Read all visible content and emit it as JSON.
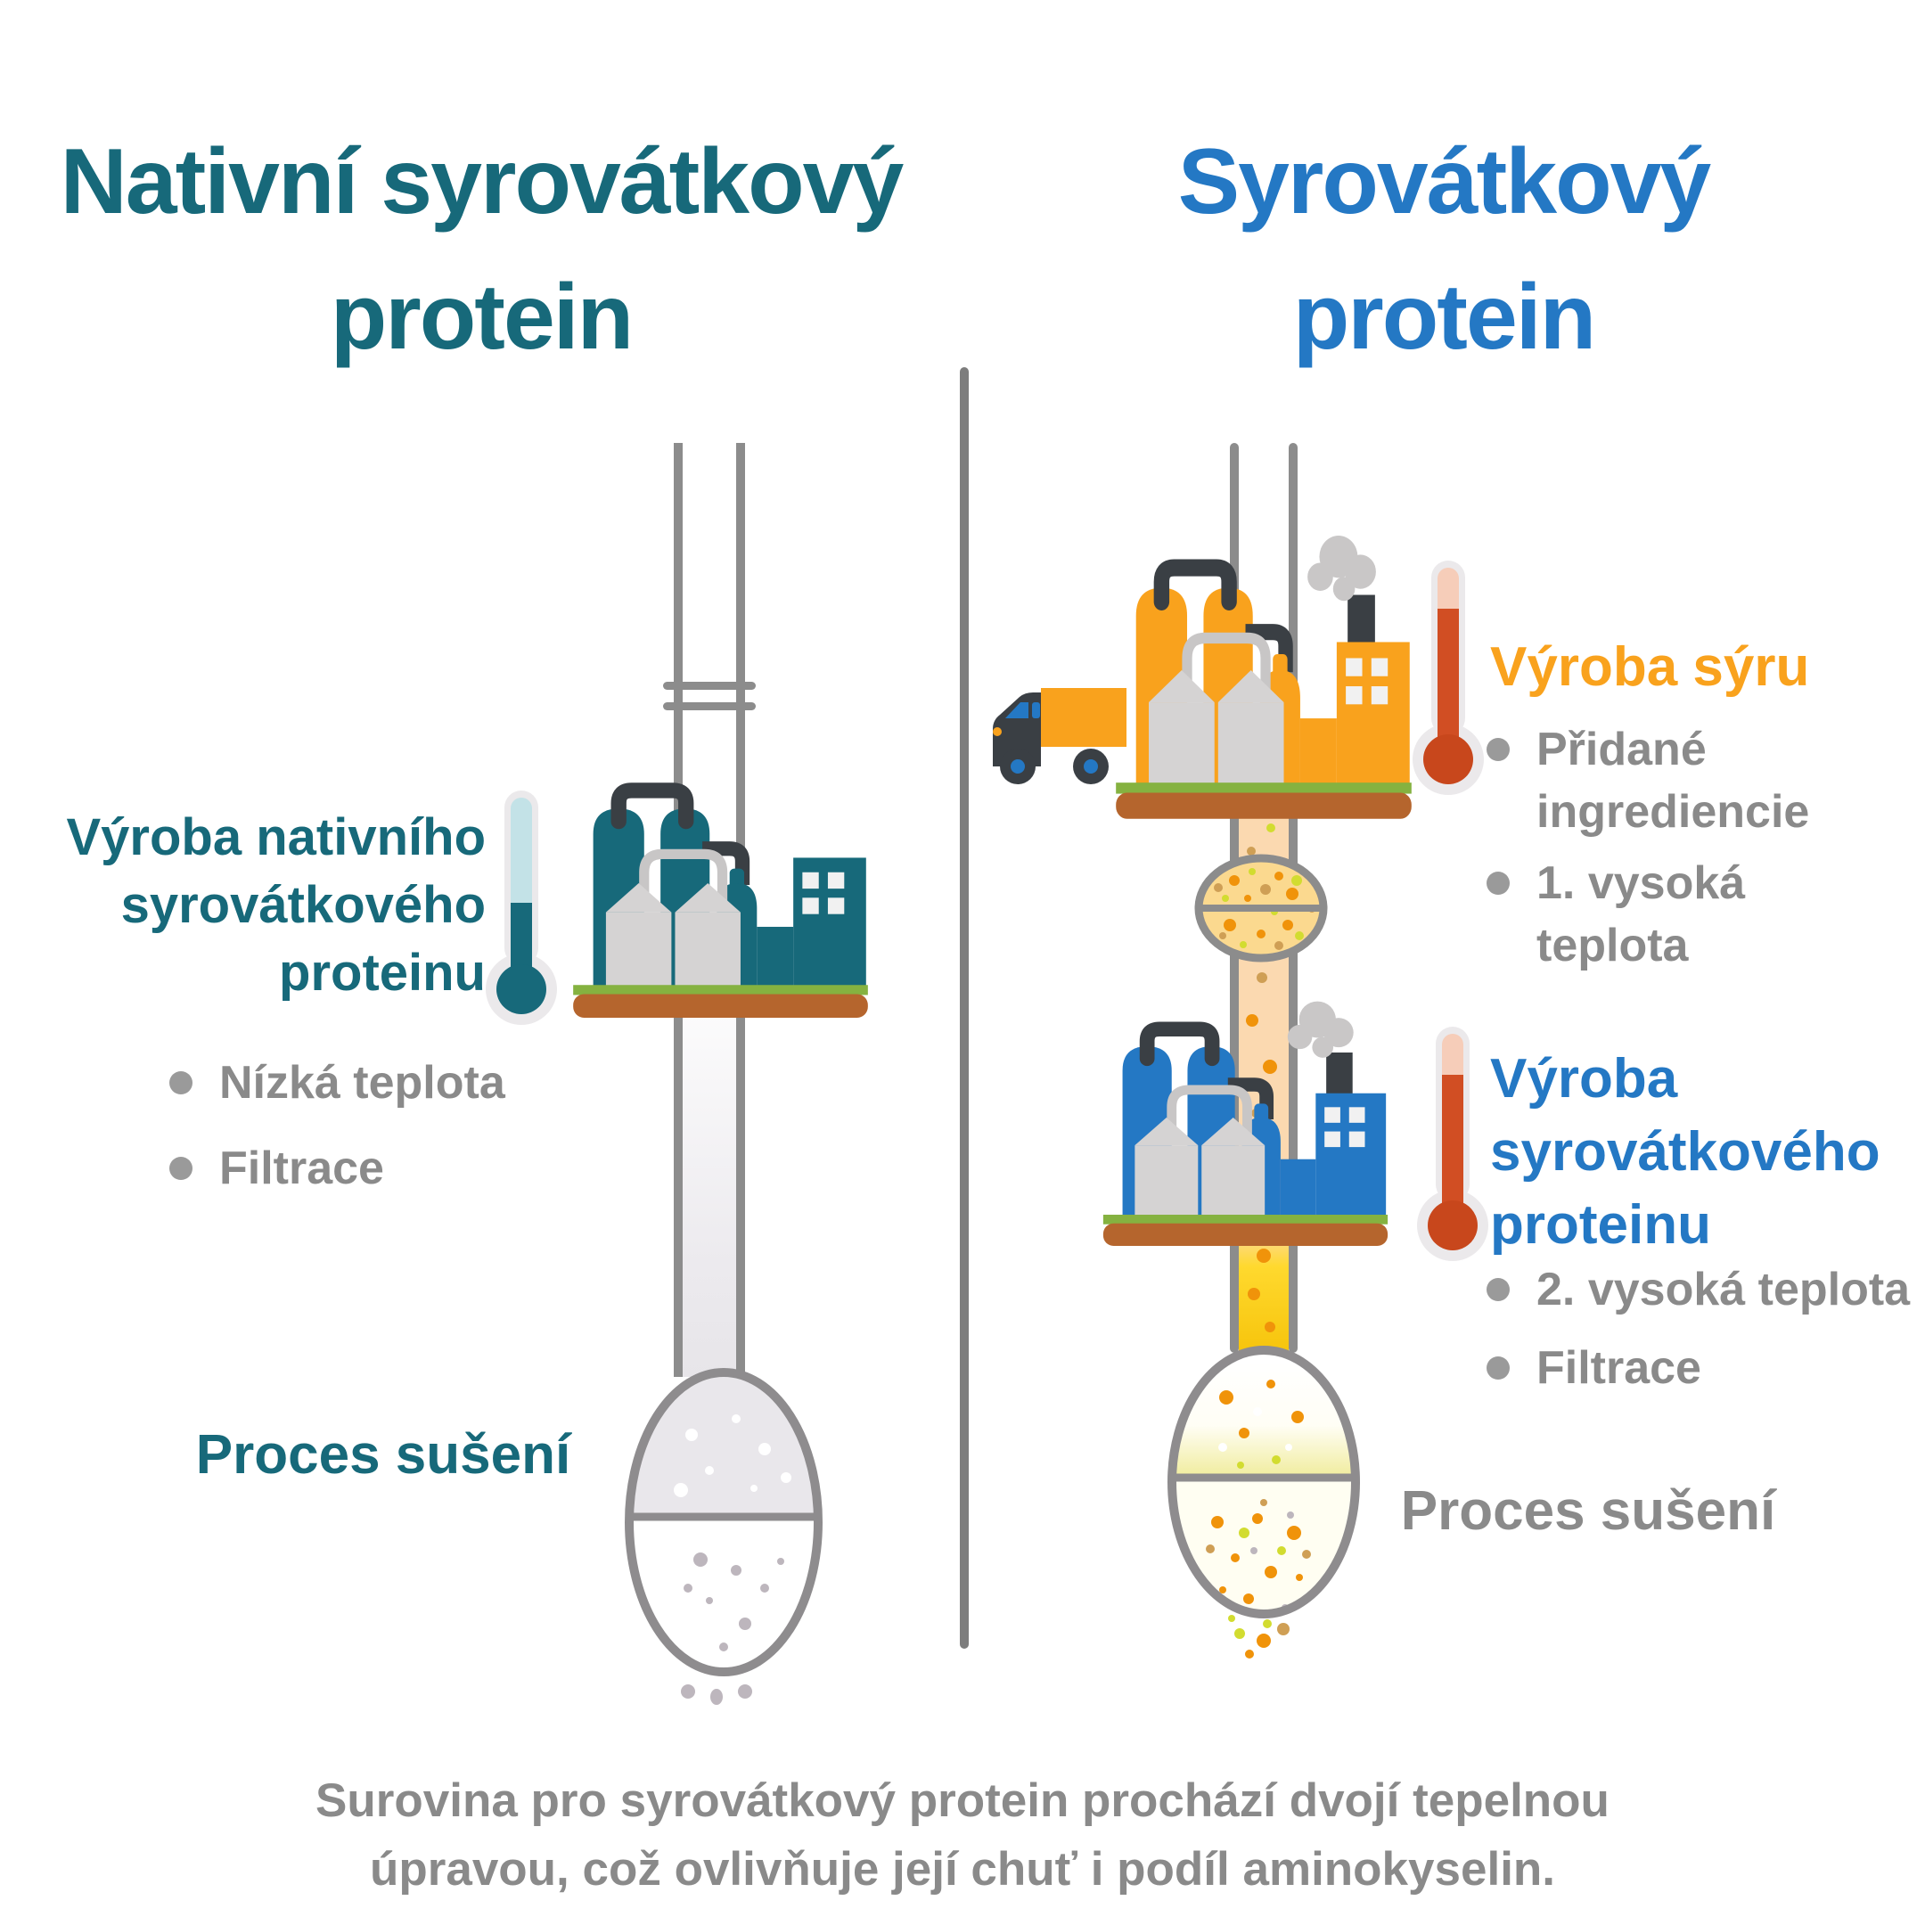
{
  "palette": {
    "teal": "#17697A",
    "blue": "#2478C4",
    "orange": "#F9A21D",
    "red": "#D14E23",
    "red_bulb": "#C8471C",
    "gray_text": "#8A8A8A",
    "bullet_gray": "#9A9A9A",
    "divider": "#7D7D7D",
    "pipe_border": "#8C8C8C",
    "dark": "#3A3F44",
    "silo": "#D5D3D3",
    "silo_handle": "#C8C6C6",
    "smoke": "#C9C7C7",
    "green": "#85B240",
    "brown": "#B5652D",
    "peach": "#FBD9B0",
    "ball_fill": "#FBD98F",
    "yellow": "#FFD92E",
    "sphere_top_gray": "#E9E7EB",
    "dot_gray": "#BDB6BD",
    "cream": "#FFFEF2",
    "thermo_shell": "#EBE9EB",
    "thermo_inner_cold": "#C3E2E7",
    "thermo_inner_hot": "#F6CDB9",
    "dot_orange": "#F0930A",
    "dot_olive": "#D2DC30",
    "dot_tan": "#CF9F55",
    "window": "#F1F1F1"
  },
  "left": {
    "title_lines": [
      "Nativní syrovátkový",
      "protein"
    ],
    "production_label_lines": [
      "Výroba nativního",
      "syrovátkového",
      "proteinu"
    ],
    "bullets": [
      "Nízká teplota",
      "Filtrace"
    ],
    "drying_label": "Proces sušení"
  },
  "right": {
    "title_lines": [
      "Syrovátkový",
      "protein"
    ],
    "cheese_label": "Výroba sýru",
    "cheese_bullets": [
      "Přidané ingrediencie",
      "1. vysoká teplota"
    ],
    "whey_label_lines": [
      "Výroba",
      "syrovátkového",
      "proteinu"
    ],
    "whey_bullets": [
      "2. vysoká teplota",
      "Filtrace"
    ],
    "drying_label": "Proces sušení"
  },
  "footer": {
    "lines": [
      "Surovina pro syrovátkový protein prochází dvojí tepelnou",
      "úpravou, což ovlivňuje její chuť i podíl aminokyselin."
    ]
  }
}
